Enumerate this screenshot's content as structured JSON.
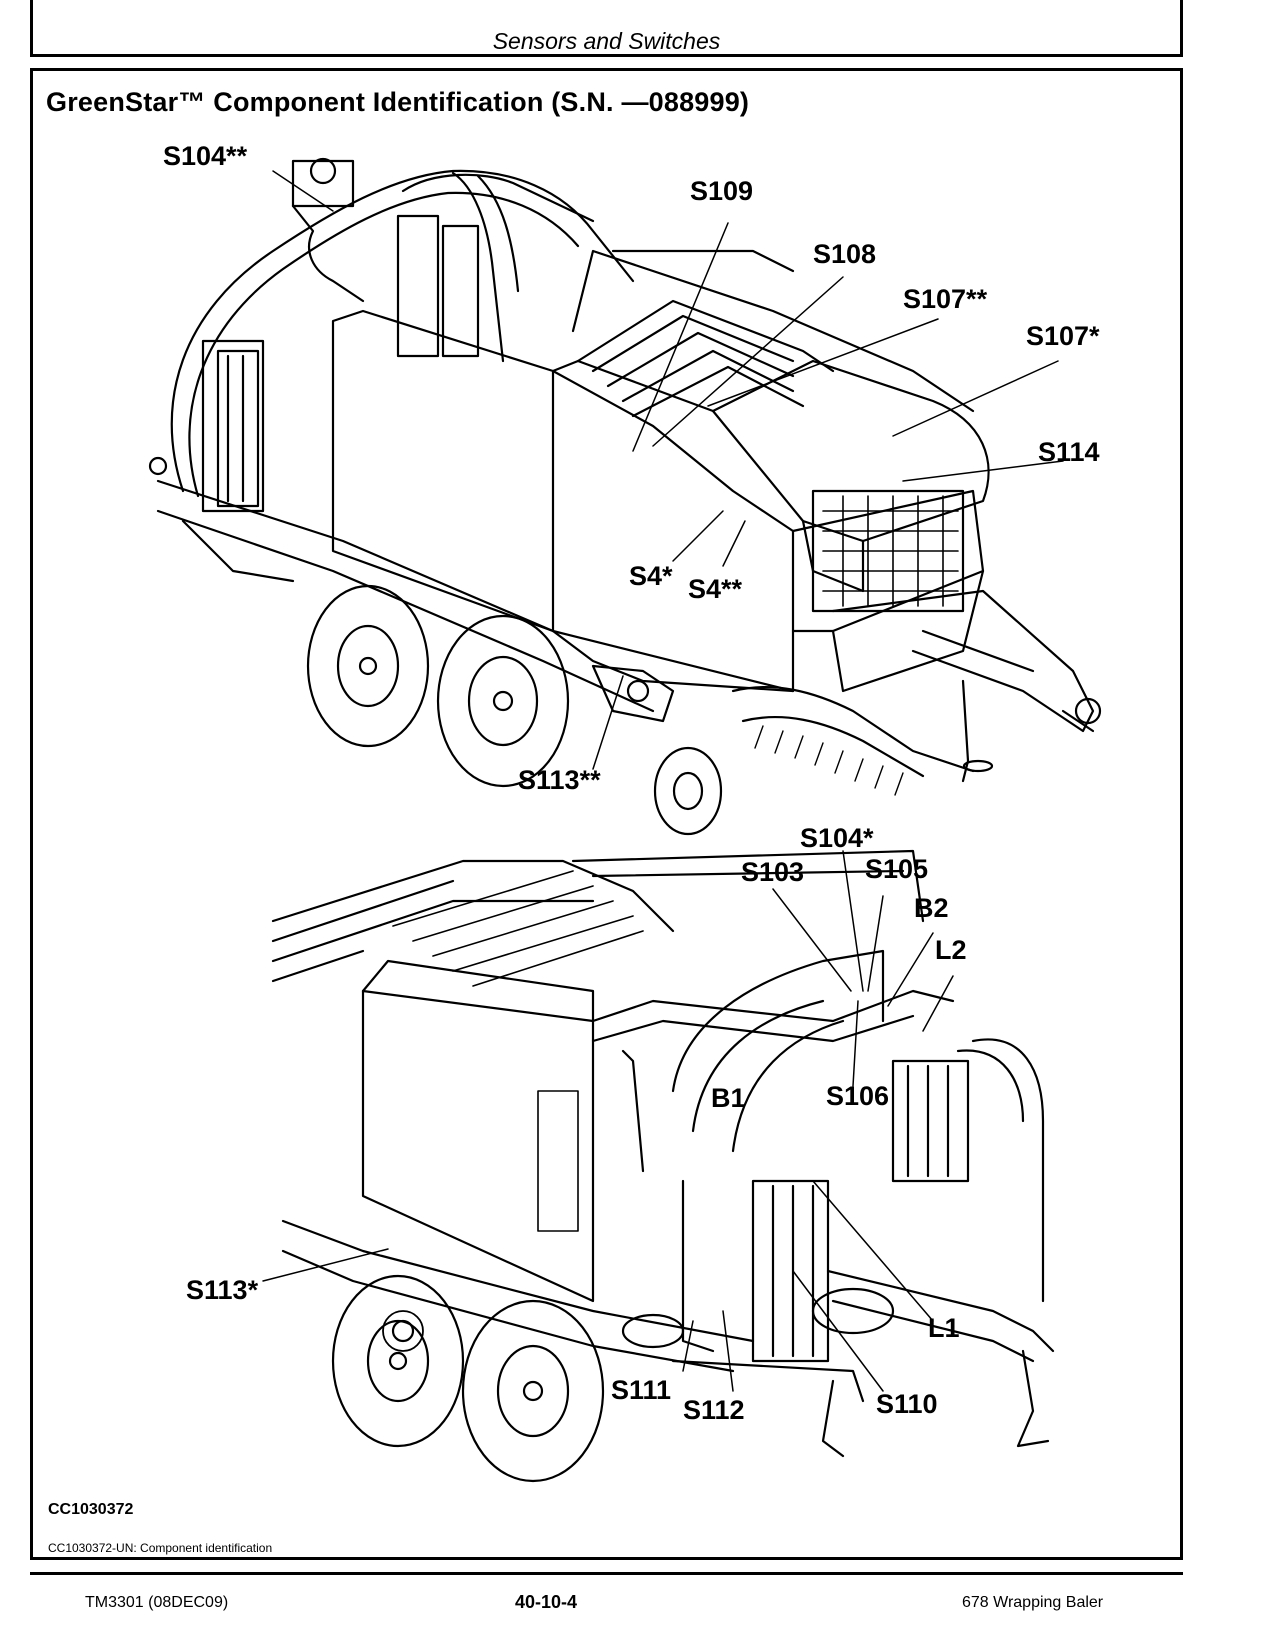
{
  "header": {
    "section_title": "Sensors and Switches"
  },
  "figure": {
    "title": "GreenStar™ Component Identification (S.N. —088999)",
    "callouts_top": [
      "S104**",
      "S109",
      "S108",
      "S107**",
      "S107*",
      "S114",
      "S4*",
      "S4**",
      "S113**"
    ],
    "callouts_bottom": [
      "S104*",
      "S103",
      "S105",
      "B2",
      "L2",
      "B1",
      "S106",
      "S113*",
      "L1",
      "S111",
      "S112",
      "S110"
    ],
    "code": "CC1030372",
    "caption": "CC1030372-UN: Component identification"
  },
  "footer": {
    "doc_id": "TM3301 (08DEC09)",
    "page": "40-10-4",
    "product": "678 Wrapping Baler"
  }
}
